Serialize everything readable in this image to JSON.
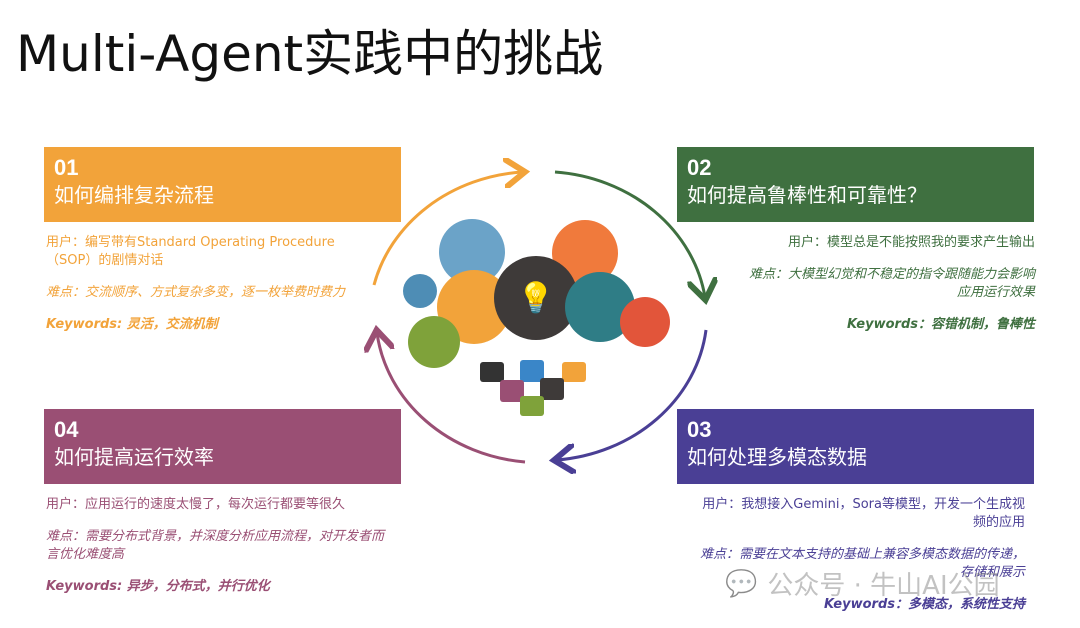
{
  "title": "Multi-Agent实践中的挑战",
  "colors": {
    "orange": "#F2A33A",
    "green": "#3F7040",
    "purple": "#4A3F95",
    "mauve": "#9A4F74"
  },
  "cards": [
    {
      "num": "01",
      "heading": "如何编排复杂流程",
      "user": "用户：编写带有Standard Operating Procedure（SOP）的剧情对话",
      "difficulty": "难点：交流顺序、方式复杂多变，逐一枚举费时费力",
      "keywords": "Keywords: 灵活，交流机制"
    },
    {
      "num": "02",
      "heading": "如何提高鲁棒性和可靠性？",
      "user": "用户：模型总是不能按照我的要求产生输出",
      "difficulty": "难点：大模型幻觉和不稳定的指令跟随能力会影响应用运行效果",
      "keywords": "Keywords：容错机制，鲁棒性"
    },
    {
      "num": "03",
      "heading": "如何处理多模态数据",
      "user": "用户：我想接入Gemini，Sora等模型，开发一个生成视频的应用",
      "difficulty": "难点：需要在文本支持的基础上兼容多模态数据的传递，存储和展示",
      "keywords": "Keywords：多模态，系统性支持"
    },
    {
      "num": "04",
      "heading": "如何提高运行效率",
      "user": "用户：应用运行的速度太慢了，每次运行都要等很久",
      "difficulty": "难点：需要分布式背景，并深度分析应用流程，对开发者而言优化难度高",
      "keywords": "Keywords: 异步，分布式，并行优化"
    }
  ],
  "watermark": "公众号 · 牛山AI公园"
}
